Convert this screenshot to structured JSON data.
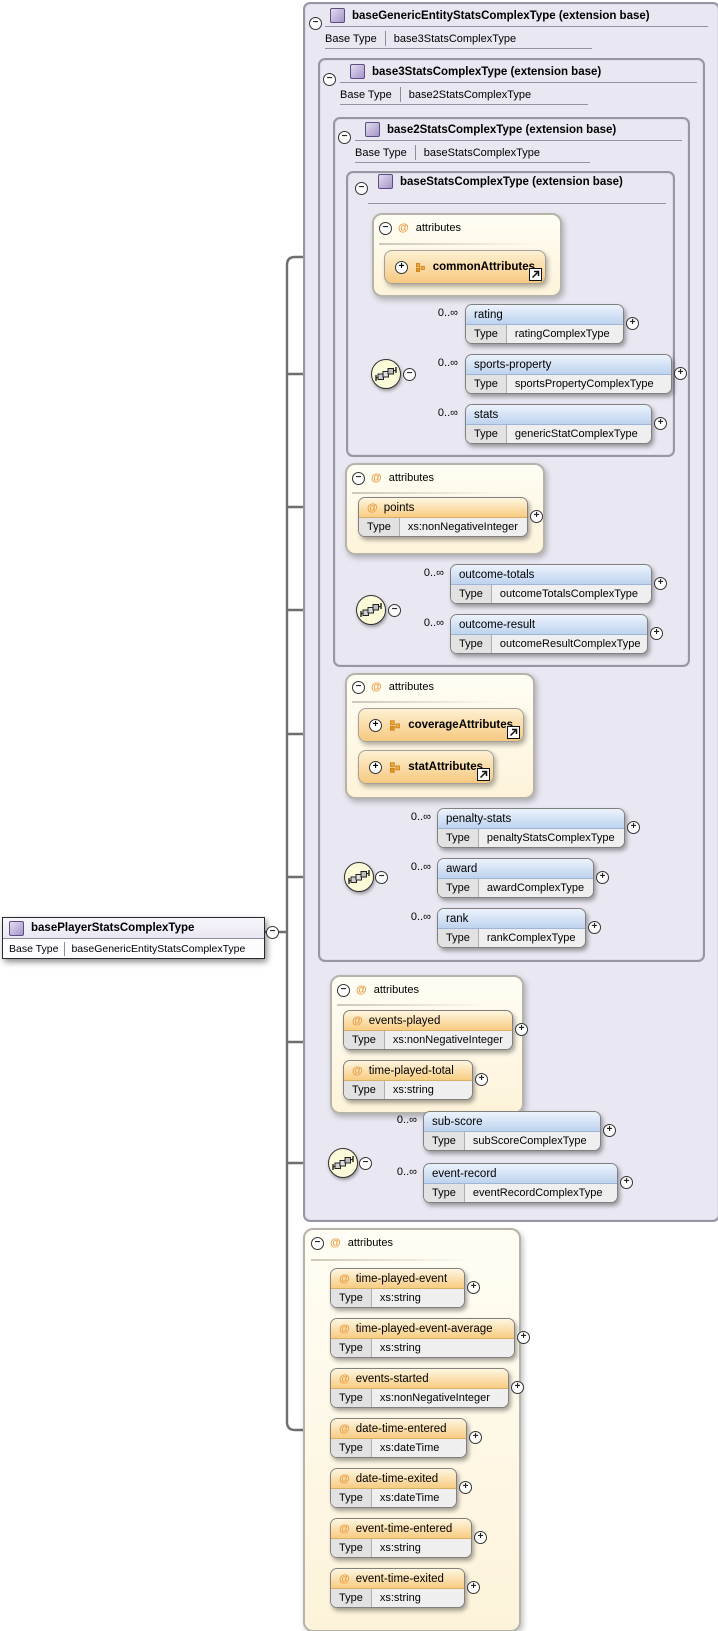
{
  "labels": {
    "attributes": "attributes",
    "type": "Type",
    "occurs": "0..∞",
    "base_type": "Base Type",
    "at": "@",
    "minus": "−",
    "plus": "+"
  },
  "main": {
    "title": "basePlayerStatsComplexType",
    "base": "baseGenericEntityStatsComplexType"
  },
  "levels": {
    "l1": {
      "title": "baseGenericEntityStatsComplexType (extension base)",
      "base": "base3StatsComplexType"
    },
    "l2": {
      "title": "base3StatsComplexType (extension base)",
      "base": "base2StatsComplexType"
    },
    "l3": {
      "title": "base2StatsComplexType (extension base)",
      "base": "baseStatsComplexType"
    },
    "l4": {
      "title": "baseStatsComplexType (extension base)"
    }
  },
  "groups": {
    "common": {
      "name": "commonAttributes"
    },
    "coverage": {
      "name": "coverageAttributes"
    },
    "stat": {
      "name": "statAttributes"
    }
  },
  "elements": {
    "rating": {
      "name": "rating",
      "type": "ratingComplexType"
    },
    "sports_property": {
      "name": "sports-property",
      "type": "sportsPropertyComplexType"
    },
    "stats": {
      "name": "stats",
      "type": "genericStatComplexType"
    },
    "outcome_totals": {
      "name": "outcome-totals",
      "type": "outcomeTotalsComplexType"
    },
    "outcome_result": {
      "name": "outcome-result",
      "type": "outcomeResultComplexType"
    },
    "penalty_stats": {
      "name": "penalty-stats",
      "type": "penaltyStatsComplexType"
    },
    "award": {
      "name": "award",
      "type": "awardComplexType"
    },
    "rank": {
      "name": "rank",
      "type": "rankComplexType"
    },
    "sub_score": {
      "name": "sub-score",
      "type": "subScoreComplexType"
    },
    "event_record": {
      "name": "event-record",
      "type": "eventRecordComplexType"
    }
  },
  "attributes": {
    "points": {
      "name": "points",
      "type": "xs:nonNegativeInteger"
    },
    "events_played": {
      "name": "events-played",
      "type": "xs:nonNegativeInteger"
    },
    "time_played_total": {
      "name": "time-played-total",
      "type": "xs:string"
    },
    "time_played_event": {
      "name": "time-played-event",
      "type": "xs:string"
    },
    "time_played_event_average": {
      "name": "time-played-event-average",
      "type": "xs:string"
    },
    "events_started": {
      "name": "events-started",
      "type": "xs:nonNegativeInteger"
    },
    "date_time_entered": {
      "name": "date-time-entered",
      "type": "xs:dateTime"
    },
    "date_time_exited": {
      "name": "date-time-exited",
      "type": "xs:dateTime"
    },
    "event_time_entered": {
      "name": "event-time-entered",
      "type": "xs:string"
    },
    "event_time_exited": {
      "name": "event-time-exited",
      "type": "xs:string"
    }
  },
  "colors": {
    "container_bg": "#e9e7f1",
    "element_header_blue": "#bed3ef",
    "attribute_header_orange": "#f8cc82",
    "attr_panel_cream": "#fdf3da",
    "accent_orange": "#e8973a"
  }
}
